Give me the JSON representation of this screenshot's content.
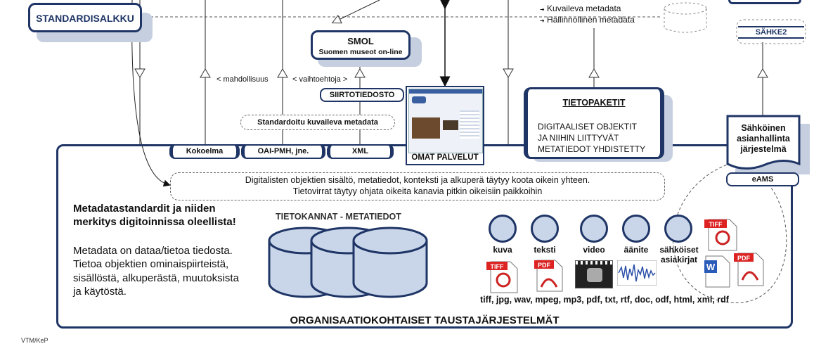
{
  "top": {
    "standardisalkku": "STANDARDISALKKU",
    "meta_bullets": [
      "Kuvaileva metadata",
      "Hallinnollinen metadata"
    ],
    "sahke2": "SÄHKE2"
  },
  "smol": {
    "title": "SMOL",
    "subtitle": "Suomen museot on-line"
  },
  "labels": {
    "mahdollisuus": "< mahdollisuus",
    "vaihtoehtoja": "< vaihtoehtoja >",
    "siirtotiedosto": "SIIRTOTIEDOSTO",
    "standardoitu": "Standardoitu kuvaileva metadata",
    "kokoelma": "Kokoelma",
    "oai": "OAI-PMH, jne.",
    "xml": "XML",
    "omat_palvelut": "OMAT PALVELUT"
  },
  "tietopaketit": {
    "title": "TIETOPAKETIT",
    "lines": [
      "DIGITAALISET OBJEKTIT",
      "JA NIIHIN LIITTYVÄT",
      "METATIEDOT YHDISTETTY"
    ]
  },
  "eams_box": {
    "lines": [
      "Sähköinen",
      "asianhallinta",
      "järjestelmä"
    ],
    "label": "eAMS"
  },
  "banner": {
    "line1": "Digitalisten objektien sisältö, metatiedot, konteksti ja alkuperä täytyy koota oikein yhteen.",
    "line2": "Tietovirrat täytyy ohjata oikeita kanavia pitkin oikeisiin paikkoihin"
  },
  "left_text": {
    "heading_lines": [
      "Metadatastandardit ja niiden",
      "merkitys digitoinnissa oleellista!"
    ],
    "body_lines": [
      "Metadata on dataa/tietoa tiedosta.",
      "Tietoa objektien ominaispiirteistä,",
      "sisällöstä, alkuperästä, muutoksista",
      "ja käytöstä."
    ]
  },
  "databases": {
    "title": "TIETOKANNAT - METATIEDOT"
  },
  "types": [
    "kuva",
    "teksti",
    "video",
    "äänite",
    "sähköiset",
    "asiakirjat"
  ],
  "icons": [
    "tiff-file-icon",
    "pdf-adobe-icon",
    "video-thumbnail",
    "audio-waveform",
    "word-doc-icon"
  ],
  "formats": "tiff, jpg, wav, mpeg, mp3, pdf, txt, rtf, doc, odf, html, xml, rdf",
  "footer": {
    "title": "ORGANISAATIOKOHTAISET TAUSTAJÄRJESTELMÄT",
    "credit": "VTM/KeP"
  },
  "colors": {
    "navy": "#1f3566",
    "shadow": "#c6cfe0",
    "db_fill": "#c9d6ea"
  }
}
